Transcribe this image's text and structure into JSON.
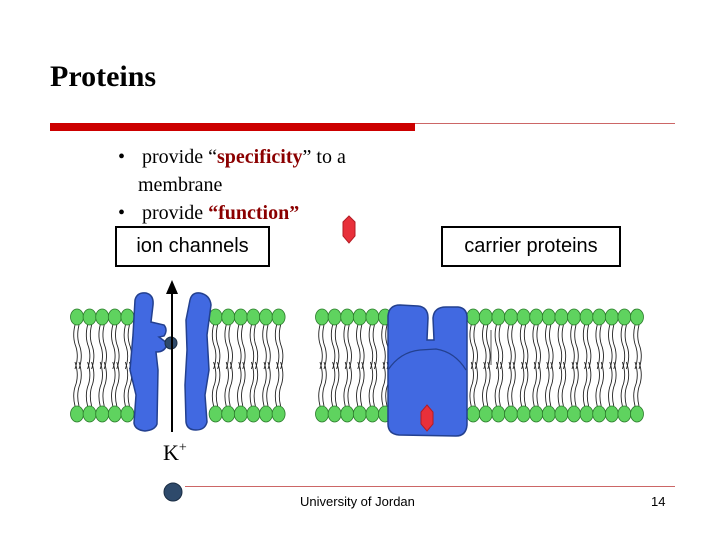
{
  "title": "Proteins",
  "bullets": {
    "b1_pre": "provide “",
    "b1_hl": "specificity",
    "b1_post": "” to a",
    "b1_cont": "membrane",
    "b2_pre": "provide ",
    "b2_hl": "“function”",
    "dot": "•"
  },
  "labels": {
    "ion_channels": "ion channels",
    "carrier_proteins": "carrier proteins",
    "ion_symbol": "K",
    "ion_charge": "+"
  },
  "footer": {
    "institution": "University of Jordan",
    "page": "14"
  },
  "colors": {
    "accent_red": "#cc0000",
    "highlight": "#8b0000",
    "lipid_head": "#5fd35f",
    "protein": "#4169e1",
    "ion": "#2e4a6b",
    "solute": "#e8303a"
  }
}
